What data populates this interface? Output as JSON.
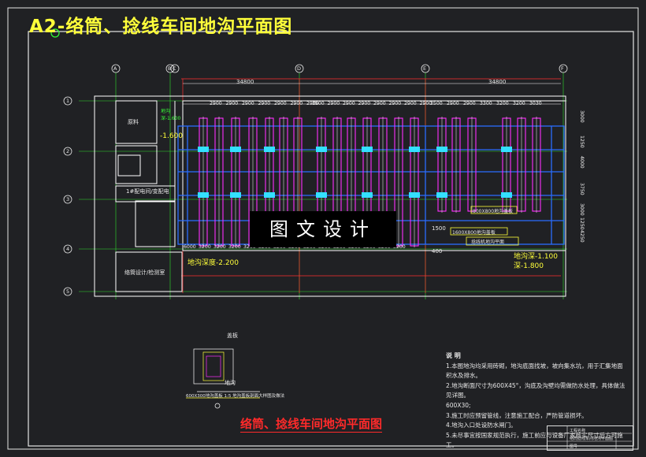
{
  "sheet": {
    "title": "A2-络筒、捻线车间地沟平面图",
    "caption": "络筒、捻线车间地沟平面图",
    "watermark": "图文设计"
  },
  "top_dims_a": [
    "2900",
    "2900",
    "2900",
    "2900",
    "2900",
    "2900",
    "2900"
  ],
  "top_dims_b": [
    "3500",
    "2900",
    "2900",
    "2900",
    "2900",
    "2900",
    "2900",
    "2900"
  ],
  "top_dims_c": [
    "3500",
    "2900",
    "2900",
    "3300",
    "3200",
    "3200",
    "3030"
  ],
  "bottom_dims": [
    "6000",
    "3200",
    "3200",
    "3200",
    "3200",
    "3200",
    "3200",
    "3200",
    "3200",
    "3200",
    "3200",
    "3200",
    "3200",
    "3200",
    "3200"
  ],
  "right_dims": [
    "3000",
    "1250",
    "4000",
    "3750",
    "3000",
    "1250",
    "4250"
  ],
  "labels": {
    "room1": "原料",
    "room2": "1#配电间/变配电",
    "room3": "络筒设计/检测室",
    "trench_note": "地沟深-1.600",
    "elev_left": "-1.600",
    "elev_bottom": "地沟深度-2.200",
    "elev_right1": "地沟深-1.100",
    "elev_right2": "深-1.800",
    "box1": "800X800地沟盖板",
    "box2": "1600X800地沟盖板",
    "box3": "捻线机地沟平面",
    "dim_1500": "1500",
    "dim_400": "400",
    "dim_top_total1": "34800",
    "dim_top_total2": "34800",
    "detail_note1": "盖板",
    "detail_note2": "地沟",
    "detail_caption": "600X300地沟盖板 1:5 地沟盖板剖面大样图及做法"
  },
  "axes_top": [
    "A",
    "B",
    "C",
    "D",
    "E",
    "F"
  ],
  "axes_left": [
    "1",
    "2",
    "3",
    "4",
    "5"
  ],
  "notes": {
    "title": "说 明",
    "items": [
      "1.本图地沟均采用砖砌，地沟底面找坡，坡向集水坑，用于汇集地面积水及排水。",
      "2.地沟断面尺寸为600X45°，沟底及沟壁均需做防水处理，具体做法见详图。",
      "600X30;",
      "3.施工时应预留管线，注意施工配合，严防管道损坏。",
      "4.地沟入口处设防水闸门。",
      "5.未尽事宜按国家规范执行，施工前应与设备厂家核实尺寸后方可施工。"
    ]
  },
  "title_block": {
    "r1": "工程名称",
    "r2": "络筒捻线车间地沟平面图",
    "r3": "图号"
  },
  "colors": {
    "background": "#202124",
    "frame": "#e6e6e6",
    "structure": "#ffffff",
    "trench_blue": "#2a6dff",
    "machine_magenta": "#ff2fff",
    "grid_green": "#2ee02e",
    "axis_red": "#ff3030",
    "title_yellow": "#ffff3a"
  }
}
